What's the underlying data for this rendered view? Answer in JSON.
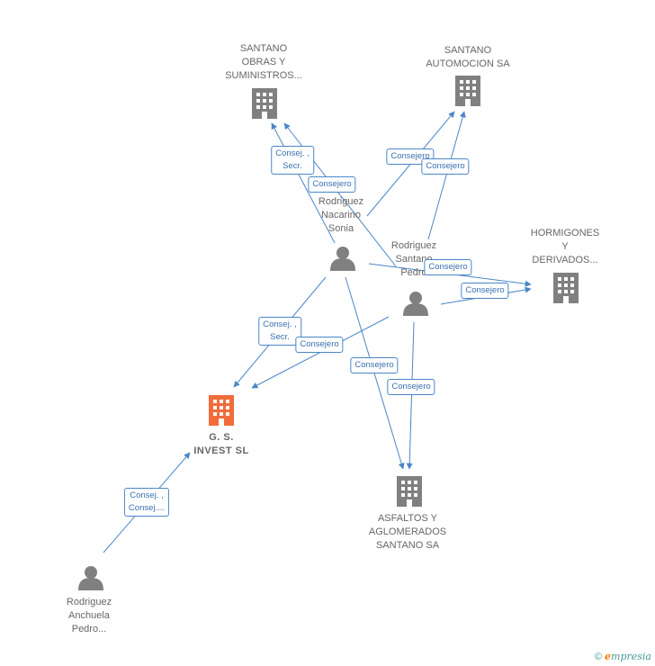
{
  "nodes": {
    "santano_obras": {
      "label": "SANTANO\nOBRAS Y\nSUMINISTROS...",
      "kind": "company",
      "color": "#808080"
    },
    "santano_automocion": {
      "label": "SANTANO\nAUTOMOCION SA",
      "kind": "company",
      "color": "#808080"
    },
    "hormigones": {
      "label": "HORMIGONES\nY\nDERIVADOS...",
      "kind": "company",
      "color": "#808080"
    },
    "gs_invest": {
      "label": "G. S.\nINVEST  SL",
      "kind": "company",
      "color": "#f26b3a"
    },
    "asfaltos": {
      "label": "ASFALTOS Y\nAGLOMERADOS\nSANTANO SA",
      "kind": "company",
      "color": "#808080"
    },
    "rodriguez_nacarino": {
      "label": "Rodriguez\nNacarino\nSonia",
      "kind": "person",
      "color": "#808080"
    },
    "rodriguez_santano": {
      "label": "Rodriguez\nSantano\nPedro",
      "kind": "person",
      "color": "#808080"
    },
    "rodriguez_anchuela": {
      "label": "Rodriguez\nAnchuela\nPedro...",
      "kind": "person",
      "color": "#808080"
    }
  },
  "edges": [
    {
      "id": "e1",
      "label": "Consej. ,\nSecr."
    },
    {
      "id": "e2",
      "label": "Consejero"
    },
    {
      "id": "e3",
      "label": "Consejero"
    },
    {
      "id": "e4",
      "label": "Consejero"
    },
    {
      "id": "e5",
      "label": "Consejero"
    },
    {
      "id": "e6",
      "label": "Consejero"
    },
    {
      "id": "e7",
      "label": "Consej. ,\nSecr."
    },
    {
      "id": "e8",
      "label": "Consejero"
    },
    {
      "id": "e9",
      "label": "Consejero"
    },
    {
      "id": "e10",
      "label": "Consejero"
    },
    {
      "id": "e11",
      "label": "Consej. ,\nConsej...."
    }
  ],
  "footer": {
    "copyright": "©",
    "brand_first": "e",
    "brand_rest": "mpresia"
  },
  "colors": {
    "edge": "#4a86c8",
    "node_gray": "#808080",
    "node_focus": "#f26b3a"
  }
}
